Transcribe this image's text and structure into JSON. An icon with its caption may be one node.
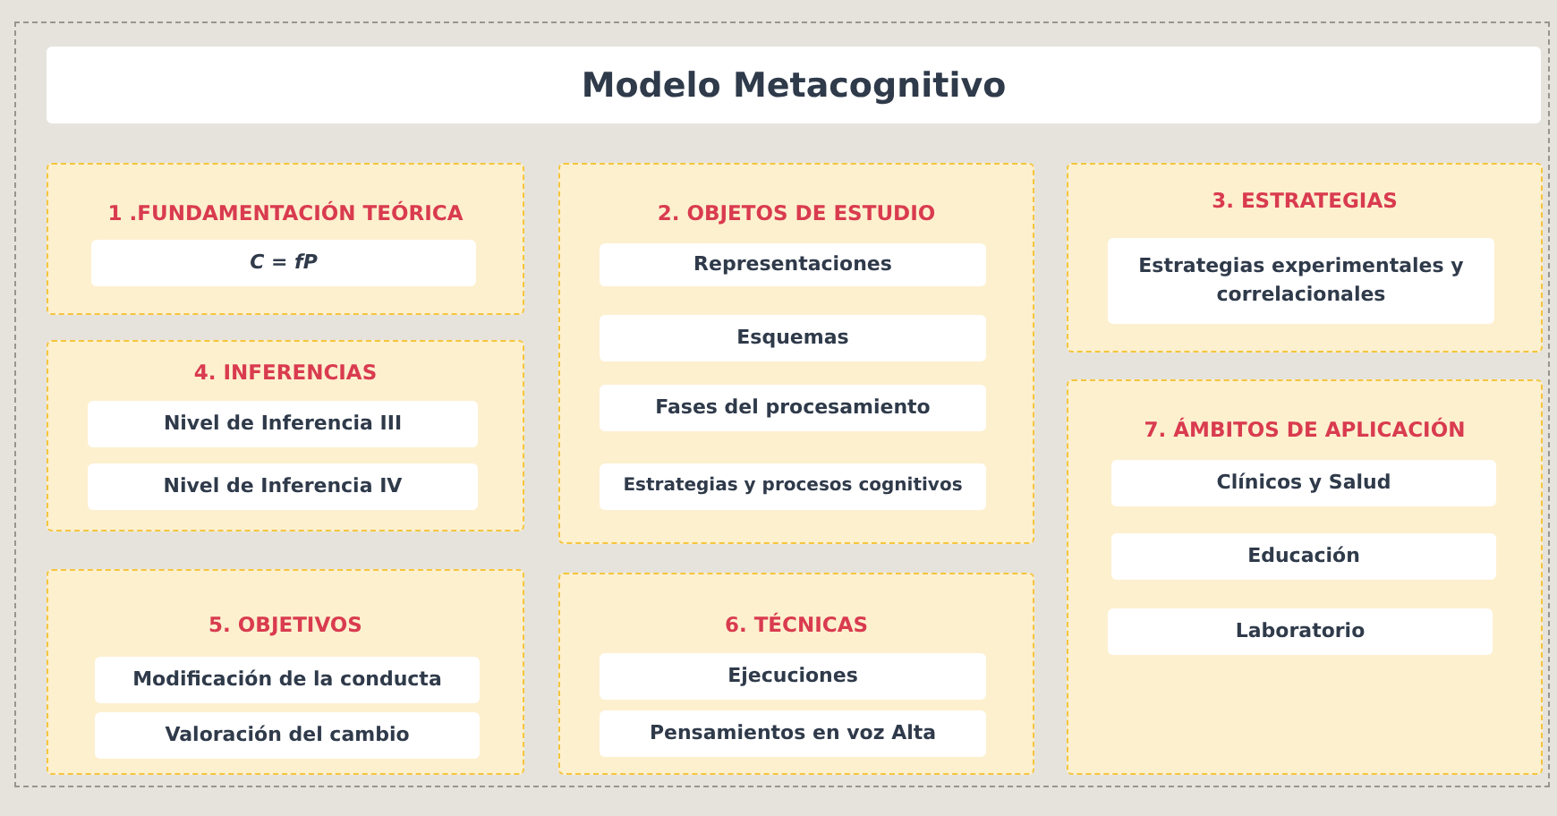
{
  "diagram": {
    "title": "Modelo Metacognitivo",
    "nodes": [
      {
        "text": [
          "1 .FUNDAMENTACIÓN TEÓRICA"
        ]
      },
      {
        "text": [
          "C = fP"
        ],
        "in": 0
      },
      {
        "text": [
          "2. OBJETOS DE ESTUDIO"
        ]
      },
      {
        "text": [
          "Representaciones"
        ],
        "in": 2
      },
      {
        "text": [
          "Esquemas"
        ],
        "in": 2
      },
      {
        "text": [
          "Fases del procesamiento"
        ],
        "in": 2
      },
      {
        "text": [
          "Estrategias y procesos cognitivos"
        ],
        "in": 2
      },
      {
        "text": [
          "3. ESTRATEGIAS"
        ]
      },
      {
        "text": [
          "Estrategias experimentales y correlacionales"
        ],
        "in": 7
      },
      {
        "text": [
          "4. INFERENCIAS"
        ]
      },
      {
        "text": [
          "Nivel de Inferencia III"
        ],
        "in": 9
      },
      {
        "text": [
          "Nivel de Inferencia IV"
        ],
        "in": 9
      },
      {
        "text": [
          "7. ÁMBITOS DE APLICACIÓN"
        ]
      },
      {
        "text": [
          "Clínicos y Salud"
        ],
        "in": 12
      },
      {
        "text": [
          "Educación"
        ],
        "in": 12
      },
      {
        "text": [
          "Laboratorio"
        ],
        "in": 12
      },
      {
        "text": [
          "5. OBJETIVOS"
        ]
      },
      {
        "text": [
          "Modificación de la conducta"
        ],
        "in": 16
      },
      {
        "text": [
          "Valoración del cambio"
        ],
        "in": 16
      },
      {
        "text": [
          "6. TÉCNICAS"
        ]
      },
      {
        "text": [
          "Ejecuciones"
        ],
        "in": 19
      },
      {
        "text": [
          "Pensamientos en voz Alta"
        ],
        "in": 19
      }
    ]
  }
}
